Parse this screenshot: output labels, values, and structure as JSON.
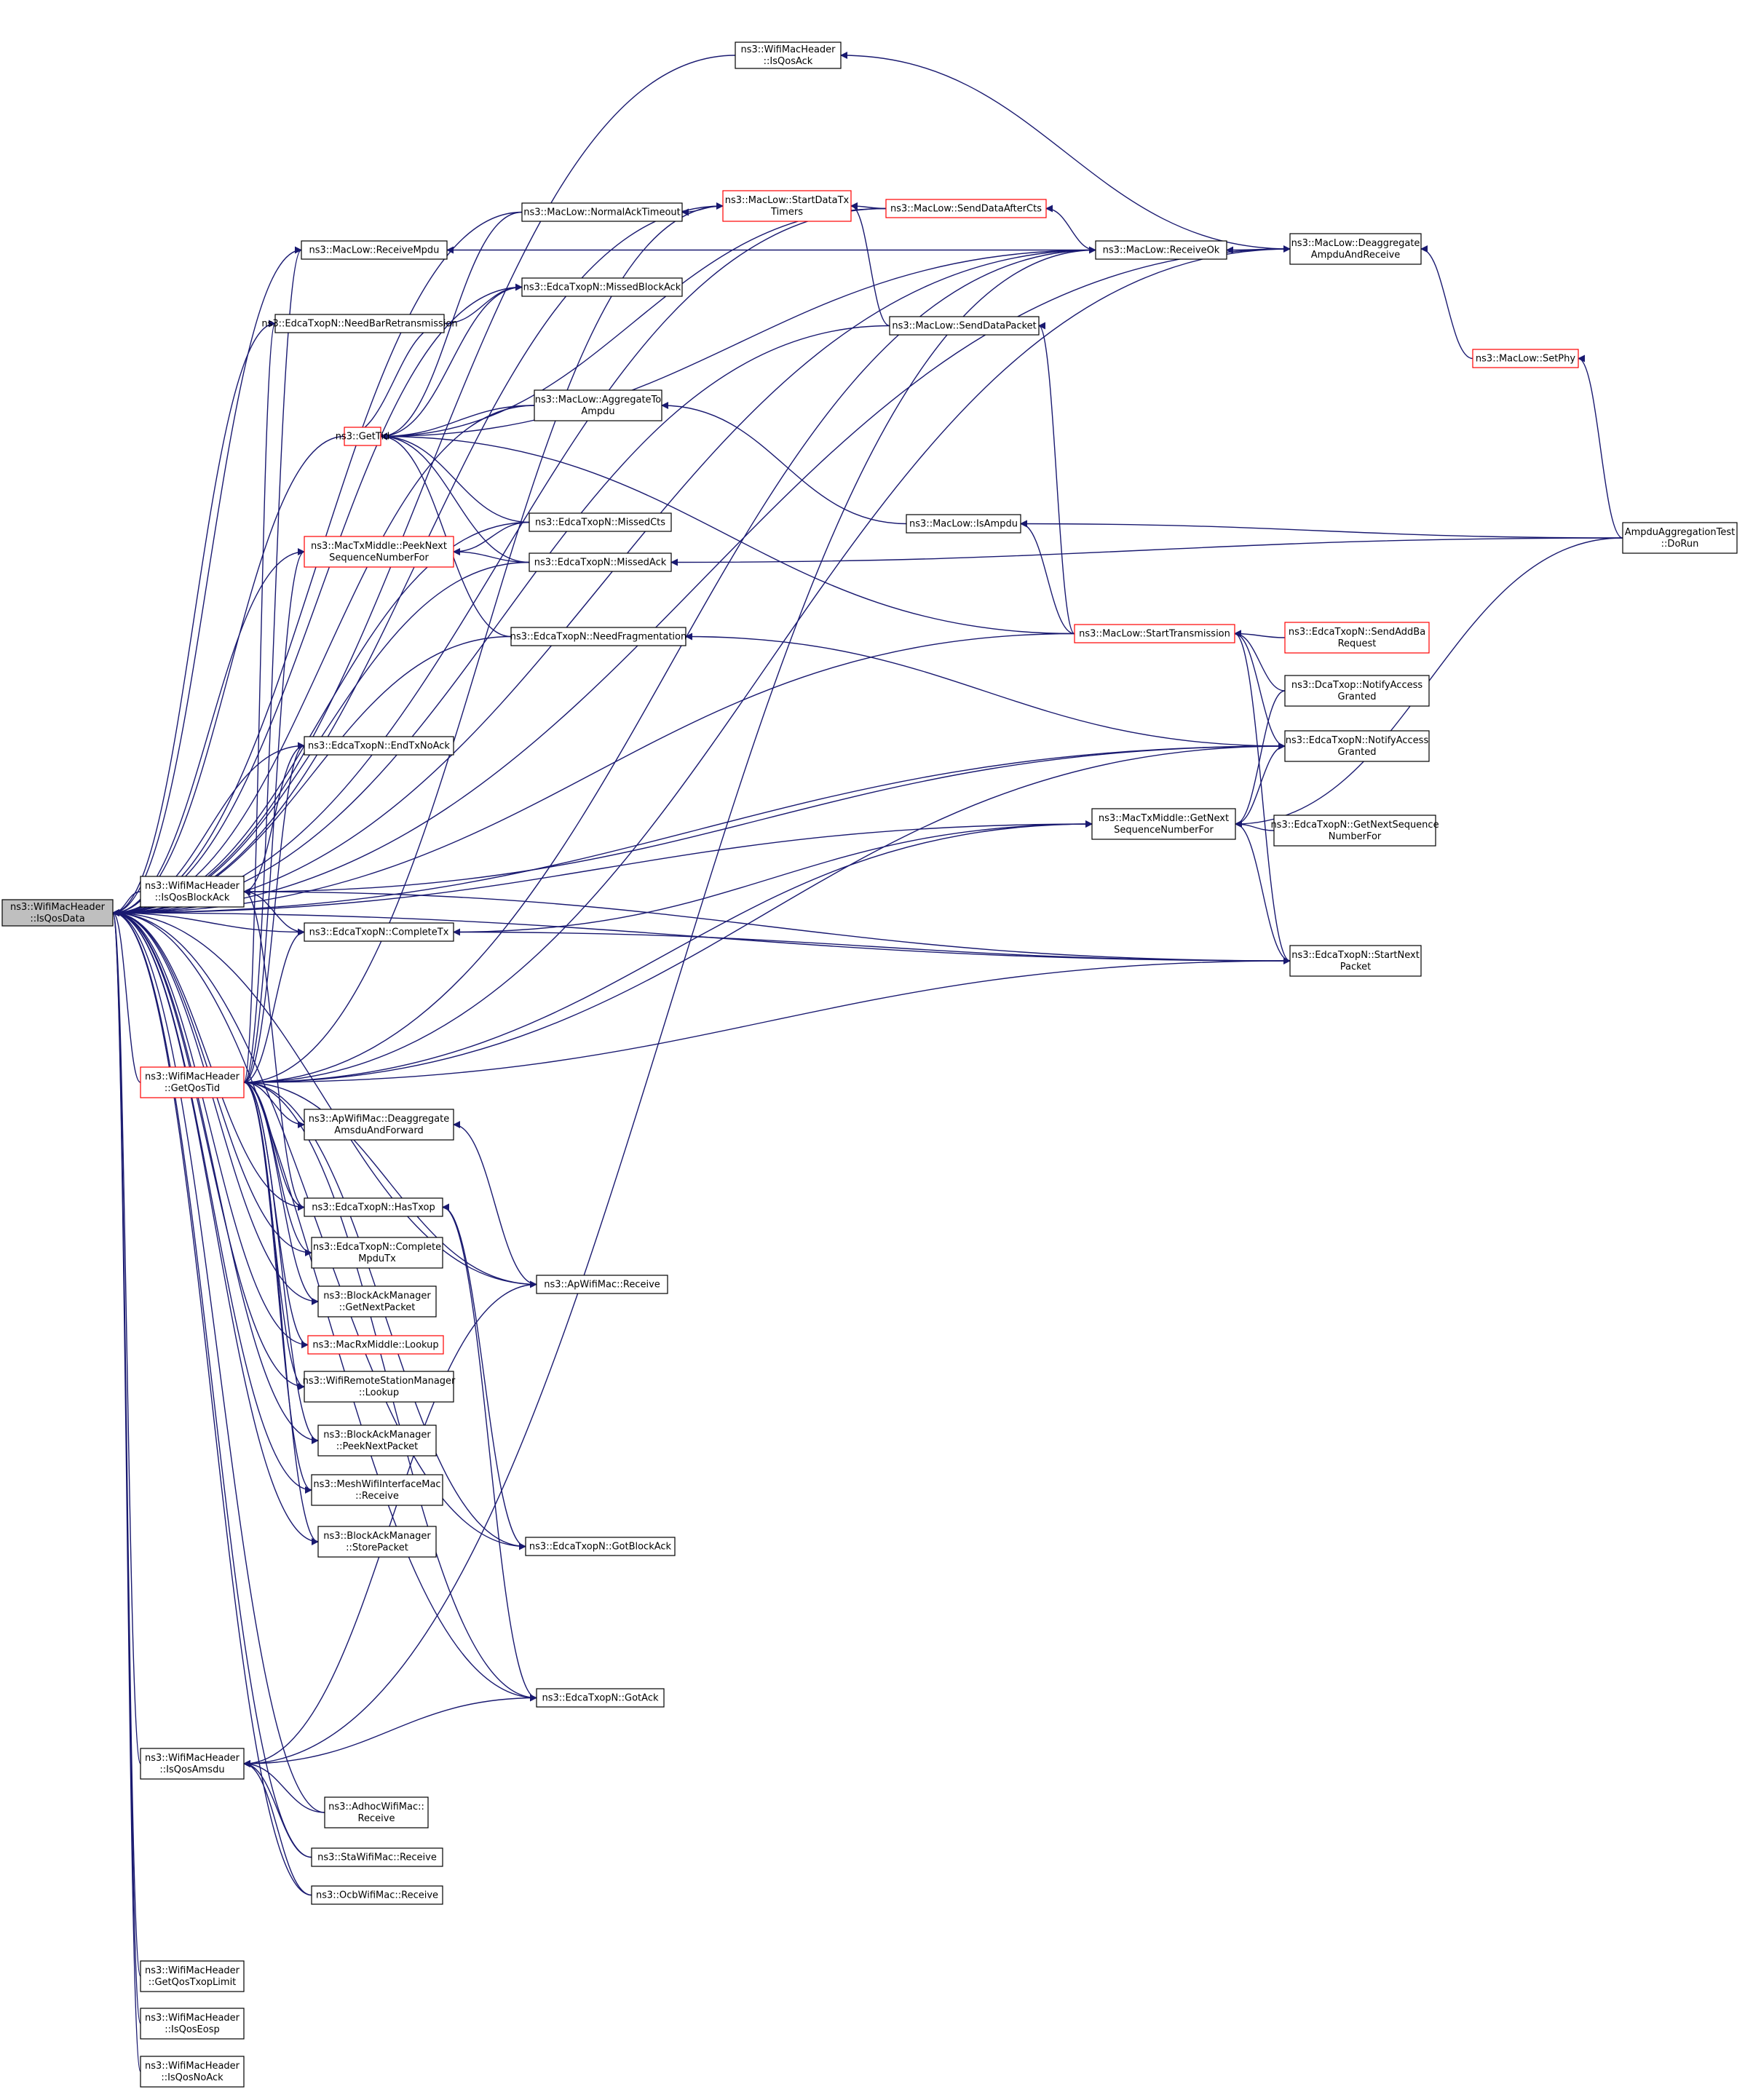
{
  "colors": {
    "edge": "#191970",
    "node_border": "#000000",
    "node_highlight_border": "#ff0000",
    "focus_fill": "#bfbfbf",
    "node_fill": "#ffffff"
  },
  "nodes": {
    "isqosdata": {
      "lines": [
        "ns3::WifiMacHeader",
        "::IsQosData"
      ],
      "style": "focus"
    },
    "isqosack": {
      "lines": [
        "ns3::WifiMacHeader",
        "::IsQosAck"
      ],
      "style": "normal"
    },
    "normalacktimeout": {
      "lines": [
        "ns3::MacLow::NormalAckTimeout"
      ],
      "style": "normal"
    },
    "startdatatx": {
      "lines": [
        "ns3::MacLow::StartDataTx",
        "Timers"
      ],
      "style": "red"
    },
    "senddataaftercts": {
      "lines": [
        "ns3::MacLow::SendDataAfterCts"
      ],
      "style": "red"
    },
    "receivempdu": {
      "lines": [
        "ns3::MacLow::ReceiveMpdu"
      ],
      "style": "normal"
    },
    "receiveok": {
      "lines": [
        "ns3::MacLow::ReceiveOk"
      ],
      "style": "normal"
    },
    "deaggregate": {
      "lines": [
        "ns3::MacLow::Deaggregate",
        "AmpduAndReceive"
      ],
      "style": "normal"
    },
    "missedblockack": {
      "lines": [
        "ns3::EdcaTxopN::MissedBlockAck"
      ],
      "style": "normal"
    },
    "needbarretrans": {
      "lines": [
        "ns3::EdcaTxopN::NeedBarRetransmission"
      ],
      "style": "normal"
    },
    "senddatapacket": {
      "lines": [
        "ns3::MacLow::SendDataPacket"
      ],
      "style": "normal"
    },
    "setphy": {
      "lines": [
        "ns3::MacLow::SetPhy"
      ],
      "style": "red"
    },
    "gettid": {
      "lines": [
        "ns3::GetTid"
      ],
      "style": "red"
    },
    "aggregatetoampdu": {
      "lines": [
        "ns3::MacLow::AggregateTo",
        "Ampdu"
      ],
      "style": "normal"
    },
    "isampdu": {
      "lines": [
        "ns3::MacLow::IsAmpdu"
      ],
      "style": "normal"
    },
    "ampdutest": {
      "lines": [
        "AmpduAggregationTest",
        "::DoRun"
      ],
      "style": "normal"
    },
    "peeknextseq": {
      "lines": [
        "ns3::MacTxMiddle::PeekNext",
        "SequenceNumberFor"
      ],
      "style": "red"
    },
    "missedcts": {
      "lines": [
        "ns3::EdcaTxopN::MissedCts"
      ],
      "style": "normal"
    },
    "missedack": {
      "lines": [
        "ns3::EdcaTxopN::MissedAck"
      ],
      "style": "normal"
    },
    "needfrag": {
      "lines": [
        "ns3::EdcaTxopN::NeedFragmentation"
      ],
      "style": "normal"
    },
    "starttrans": {
      "lines": [
        "ns3::MacLow::StartTransmission"
      ],
      "style": "red"
    },
    "sendaddba": {
      "lines": [
        "ns3::EdcaTxopN::SendAddBa",
        "Request"
      ],
      "style": "red"
    },
    "dcanotify": {
      "lines": [
        "ns3::DcaTxop::NotifyAccess",
        "Granted"
      ],
      "style": "normal"
    },
    "edcanotify": {
      "lines": [
        "ns3::EdcaTxopN::NotifyAccess",
        "Granted"
      ],
      "style": "normal"
    },
    "endtxnoack": {
      "lines": [
        "ns3::EdcaTxopN::EndTxNoAck"
      ],
      "style": "normal"
    },
    "getnextseq": {
      "lines": [
        "ns3::MacTxMiddle::GetNext",
        "SequenceNumberFor"
      ],
      "style": "normal"
    },
    "edcagetnextseq": {
      "lines": [
        "ns3::EdcaTxopN::GetNextSequence",
        "NumberFor"
      ],
      "style": "normal"
    },
    "isqosblockack": {
      "lines": [
        "ns3::WifiMacHeader",
        "::IsQosBlockAck"
      ],
      "style": "normal"
    },
    "completetx": {
      "lines": [
        "ns3::EdcaTxopN::CompleteTx"
      ],
      "style": "normal"
    },
    "startnextpacket": {
      "lines": [
        "ns3::EdcaTxopN::StartNext",
        "Packet"
      ],
      "style": "normal"
    },
    "getqostid": {
      "lines": [
        "ns3::WifiMacHeader",
        "::GetQosTid"
      ],
      "style": "red"
    },
    "apdeaggregate": {
      "lines": [
        "ns3::ApWifiMac::Deaggregate",
        "AmsduAndForward"
      ],
      "style": "normal"
    },
    "hastxop": {
      "lines": [
        "ns3::EdcaTxopN::HasTxop"
      ],
      "style": "normal"
    },
    "completempdutx": {
      "lines": [
        "ns3::EdcaTxopN::Complete",
        "MpduTx"
      ],
      "style": "normal"
    },
    "apreceive": {
      "lines": [
        "ns3::ApWifiMac::Receive"
      ],
      "style": "normal"
    },
    "bamgetnextpacket": {
      "lines": [
        "ns3::BlockAckManager",
        "::GetNextPacket"
      ],
      "style": "normal"
    },
    "macrxlookup": {
      "lines": [
        "ns3::MacRxMiddle::Lookup"
      ],
      "style": "red"
    },
    "wrsmlookup": {
      "lines": [
        "ns3::WifiRemoteStationManager",
        "::Lookup"
      ],
      "style": "normal"
    },
    "bampeeknext": {
      "lines": [
        "ns3::BlockAckManager",
        "::PeekNextPacket"
      ],
      "style": "normal"
    },
    "meshreceive": {
      "lines": [
        "ns3::MeshWifiInterfaceMac",
        "::Receive"
      ],
      "style": "normal"
    },
    "bamstore": {
      "lines": [
        "ns3::BlockAckManager",
        "::StorePacket"
      ],
      "style": "normal"
    },
    "gotblockack": {
      "lines": [
        "ns3::EdcaTxopN::GotBlockAck"
      ],
      "style": "normal"
    },
    "gotack": {
      "lines": [
        "ns3::EdcaTxopN::GotAck"
      ],
      "style": "normal"
    },
    "isqosamsdu": {
      "lines": [
        "ns3::WifiMacHeader",
        "::IsQosAmsdu"
      ],
      "style": "normal"
    },
    "adhocreceive": {
      "lines": [
        "ns3::AdhocWifiMac::",
        "Receive"
      ],
      "style": "normal"
    },
    "stareceive": {
      "lines": [
        "ns3::StaWifiMac::Receive"
      ],
      "style": "normal"
    },
    "ocbreceive": {
      "lines": [
        "ns3::OcbWifiMac::Receive"
      ],
      "style": "normal"
    },
    "getqostxoplimit": {
      "lines": [
        "ns3::WifiMacHeader",
        "::GetQosTxopLimit"
      ],
      "style": "normal"
    },
    "isqoseosp": {
      "lines": [
        "ns3::WifiMacHeader",
        "::IsQosEosp"
      ],
      "style": "normal"
    },
    "isqosnoack": {
      "lines": [
        "ns3::WifiMacHeader",
        "::IsQosNoAck"
      ],
      "style": "normal"
    }
  },
  "edges": [
    [
      "isqosack",
      "isqosdata"
    ],
    [
      "normalacktimeout",
      "isqosdata"
    ],
    [
      "startdatatx",
      "isqosdata"
    ],
    [
      "senddataaftercts",
      "isqosdata"
    ],
    [
      "receivempdu",
      "isqosdata"
    ],
    [
      "receiveok",
      "isqosdata"
    ],
    [
      "deaggregate",
      "isqosdata"
    ],
    [
      "missedblockack",
      "isqosdata"
    ],
    [
      "needbarretrans",
      "isqosdata"
    ],
    [
      "senddatapacket",
      "isqosdata"
    ],
    [
      "gettid",
      "isqosdata"
    ],
    [
      "aggregatetoampdu",
      "isqosdata"
    ],
    [
      "peeknextseq",
      "isqosdata"
    ],
    [
      "missedcts",
      "isqosdata"
    ],
    [
      "missedack",
      "isqosdata"
    ],
    [
      "needfrag",
      "isqosdata"
    ],
    [
      "starttrans",
      "isqosdata"
    ],
    [
      "edcanotify",
      "isqosdata"
    ],
    [
      "endtxnoack",
      "isqosdata"
    ],
    [
      "getnextseq",
      "isqosdata"
    ],
    [
      "isqosblockack",
      "isqosdata"
    ],
    [
      "completetx",
      "isqosdata"
    ],
    [
      "startnextpacket",
      "isqosdata"
    ],
    [
      "getqostid",
      "isqosdata"
    ],
    [
      "hastxop",
      "isqosdata"
    ],
    [
      "completempdutx",
      "isqosdata"
    ],
    [
      "apreceive",
      "isqosdata"
    ],
    [
      "bamgetnextpacket",
      "isqosdata"
    ],
    [
      "macrxlookup",
      "isqosdata"
    ],
    [
      "wrsmlookup",
      "isqosdata"
    ],
    [
      "bampeeknext",
      "isqosdata"
    ],
    [
      "meshreceive",
      "isqosdata"
    ],
    [
      "bamstore",
      "isqosdata"
    ],
    [
      "gotblockack",
      "isqosdata"
    ],
    [
      "gotack",
      "isqosdata"
    ],
    [
      "isqosamsdu",
      "isqosdata"
    ],
    [
      "adhocreceive",
      "isqosdata"
    ],
    [
      "stareceive",
      "isqosdata"
    ],
    [
      "ocbreceive",
      "isqosdata"
    ],
    [
      "getqostxoplimit",
      "isqosdata"
    ],
    [
      "isqoseosp",
      "isqosdata"
    ],
    [
      "isqosnoack",
      "isqosdata"
    ],
    [
      "deaggregate",
      "isqosack"
    ],
    [
      "startdatatx",
      "normalacktimeout"
    ],
    [
      "senddataaftercts",
      "startdatatx"
    ],
    [
      "senddatapacket",
      "startdatatx"
    ],
    [
      "receiveok",
      "senddataaftercts"
    ],
    [
      "receiveok",
      "receivempdu"
    ],
    [
      "deaggregate",
      "receiveok"
    ],
    [
      "setphy",
      "deaggregate"
    ],
    [
      "ampdutest",
      "setphy"
    ],
    [
      "needbarretrans",
      "missedblockack"
    ],
    [
      "starttrans",
      "senddatapacket"
    ],
    [
      "normalacktimeout",
      "gettid"
    ],
    [
      "senddataaftercts",
      "gettid"
    ],
    [
      "receiveok",
      "gettid"
    ],
    [
      "missedblockack",
      "gettid"
    ],
    [
      "needbarretrans",
      "gettid"
    ],
    [
      "aggregatetoampdu",
      "gettid"
    ],
    [
      "missedcts",
      "gettid"
    ],
    [
      "missedack",
      "gettid"
    ],
    [
      "needfrag",
      "gettid"
    ],
    [
      "starttrans",
      "gettid"
    ],
    [
      "isampdu",
      "aggregatetoampdu"
    ],
    [
      "ampdutest",
      "isampdu"
    ],
    [
      "starttrans",
      "isampdu"
    ],
    [
      "missedcts",
      "peeknextseq"
    ],
    [
      "missedack",
      "peeknextseq"
    ],
    [
      "ampdutest",
      "missedack"
    ],
    [
      "sendaddba",
      "starttrans"
    ],
    [
      "dcanotify",
      "starttrans"
    ],
    [
      "edcanotify",
      "starttrans"
    ],
    [
      "startnextpacket",
      "starttrans"
    ],
    [
      "edcanotify",
      "needfrag"
    ],
    [
      "dcanotify",
      "getnextseq"
    ],
    [
      "edcanotify",
      "getnextseq"
    ],
    [
      "edcagetnextseq",
      "getnextseq"
    ],
    [
      "startnextpacket",
      "getnextseq"
    ],
    [
      "completetx",
      "getnextseq"
    ],
    [
      "ampdutest",
      "getnextseq"
    ],
    [
      "endtxnoack",
      "isqosblockack"
    ],
    [
      "completetx",
      "isqosblockack"
    ],
    [
      "edcanotify",
      "isqosblockack"
    ],
    [
      "startnextpacket",
      "isqosblockack"
    ],
    [
      "hastxop",
      "isqosblockack"
    ],
    [
      "startnextpacket",
      "completetx"
    ],
    [
      "getqostid",
      "receivempdu"
    ],
    [
      "getqostid",
      "needbarretrans"
    ],
    [
      "getqostid",
      "peeknextseq"
    ],
    [
      "getqostid",
      "endtxnoack"
    ],
    [
      "getqostid",
      "completetx"
    ],
    [
      "getqostid",
      "startdatatx"
    ],
    [
      "getqostid",
      "receiveok"
    ],
    [
      "getqostid",
      "deaggregate"
    ],
    [
      "getqostid",
      "edcanotify"
    ],
    [
      "getqostid",
      "startnextpacket"
    ],
    [
      "getqostid",
      "apdeaggregate"
    ],
    [
      "getqostid",
      "hastxop"
    ],
    [
      "getqostid",
      "completempdutx"
    ],
    [
      "getqostid",
      "bamgetnextpacket"
    ],
    [
      "getqostid",
      "macrxlookup"
    ],
    [
      "getqostid",
      "wrsmlookup"
    ],
    [
      "getqostid",
      "bampeeknext"
    ],
    [
      "getqostid",
      "meshreceive"
    ],
    [
      "getqostid",
      "bamstore"
    ],
    [
      "getqostid",
      "apreceive"
    ],
    [
      "getqostid",
      "gotblockack"
    ],
    [
      "getqostid",
      "gotack"
    ],
    [
      "getqostid",
      "getnextseq"
    ],
    [
      "apreceive",
      "apdeaggregate"
    ],
    [
      "gotblockack",
      "hastxop"
    ],
    [
      "gotack",
      "hastxop"
    ],
    [
      "apreceive",
      "isqosamsdu"
    ],
    [
      "gotack",
      "isqosamsdu"
    ],
    [
      "receiveok",
      "isqosamsdu"
    ],
    [
      "adhocreceive",
      "isqosamsdu"
    ],
    [
      "stareceive",
      "isqosamsdu"
    ],
    [
      "ocbreceive",
      "isqosamsdu"
    ]
  ]
}
